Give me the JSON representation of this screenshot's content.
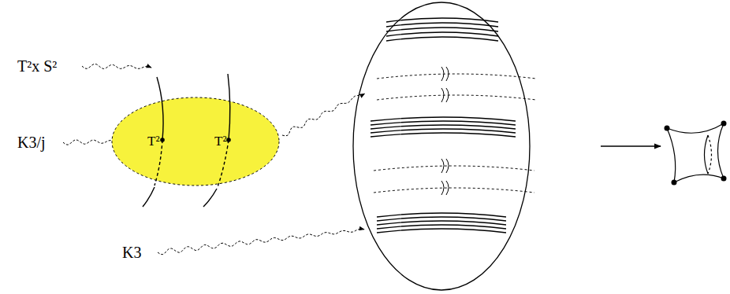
{
  "diagram": {
    "nodes": [
      {
        "text": [
          "T²",
          "T²"
        ]
      }
    ],
    "labels": [
      "T²x S²",
      "K3/j",
      "K3"
    ]
  }
}
